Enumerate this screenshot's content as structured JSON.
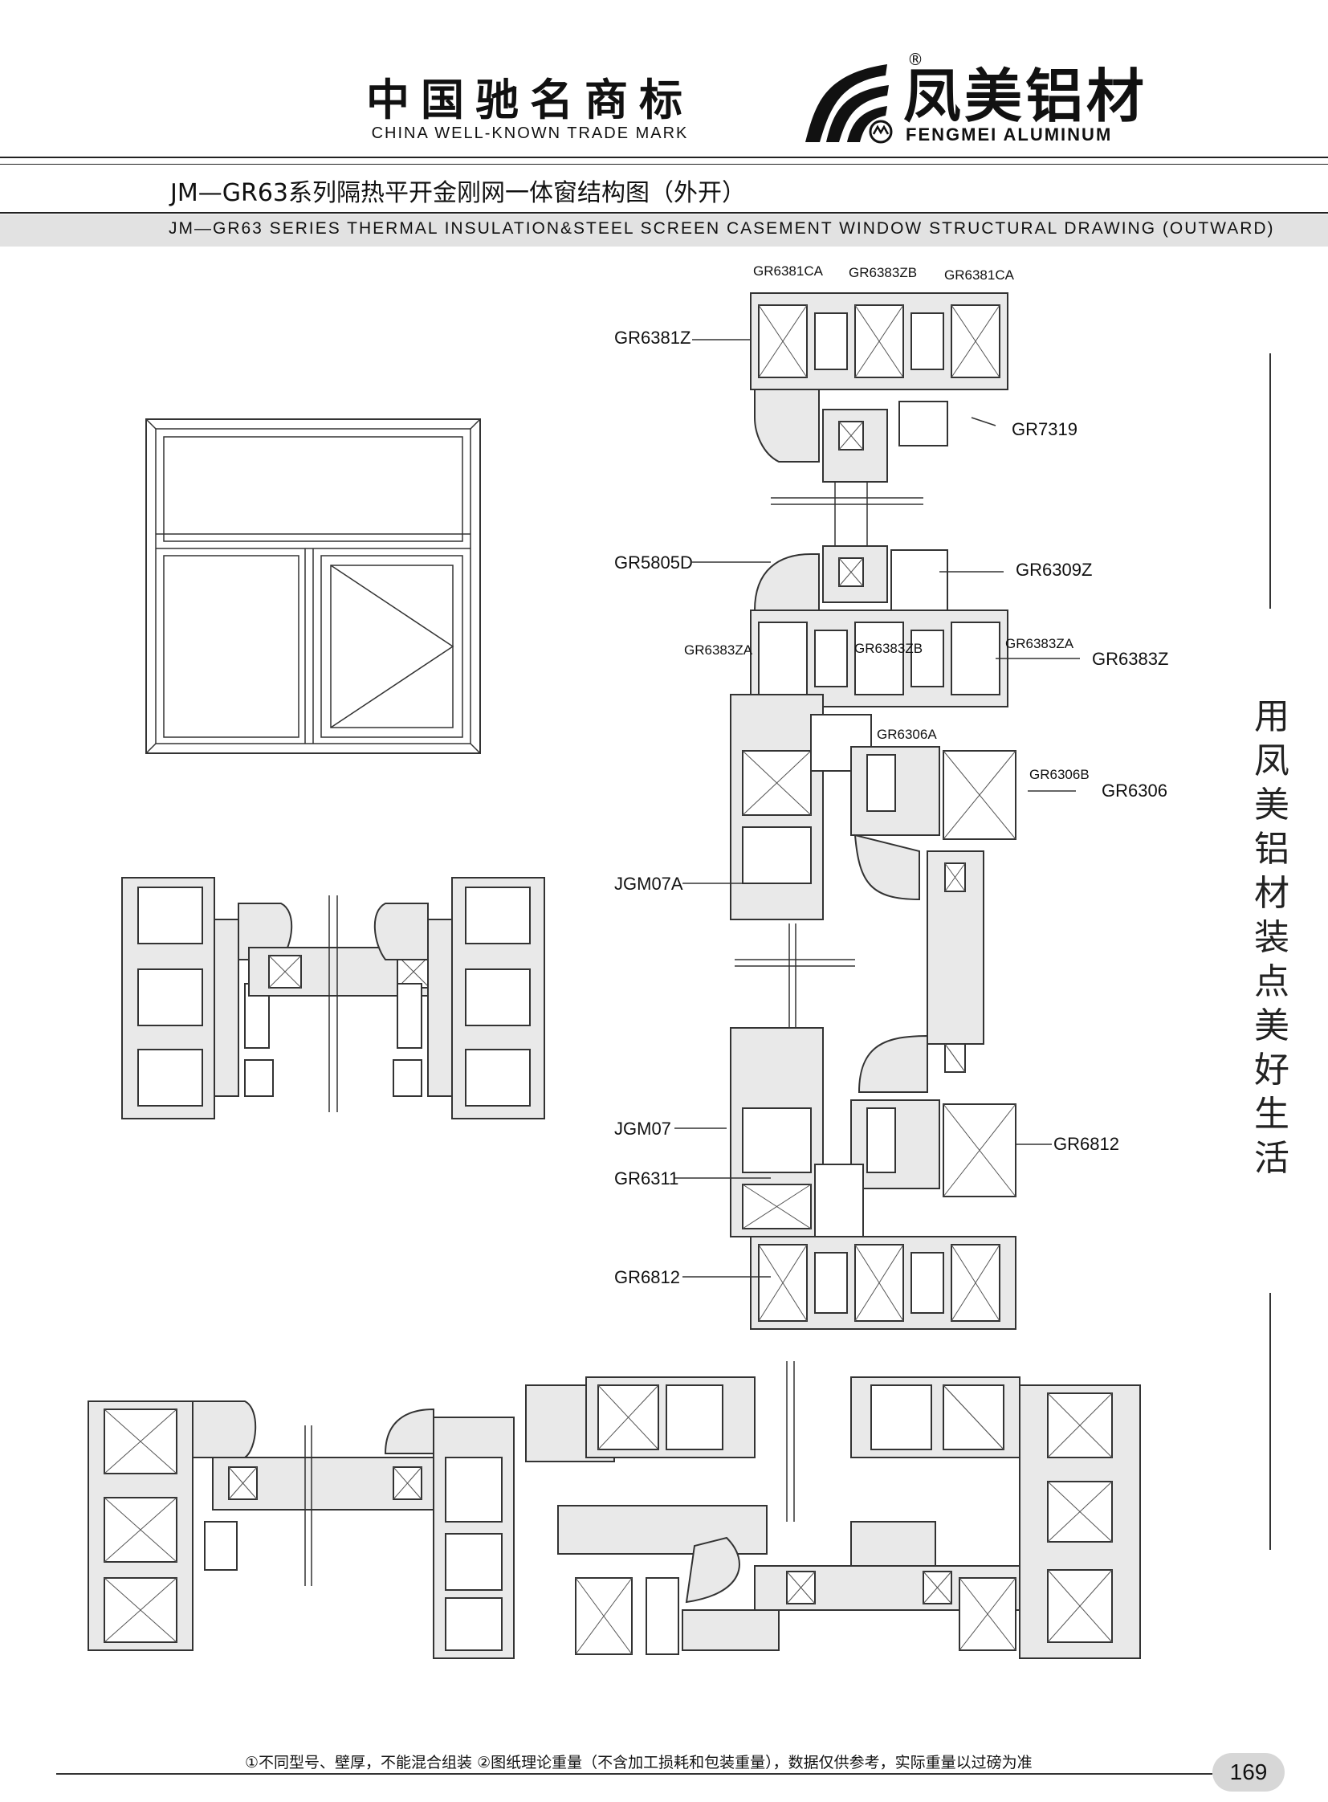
{
  "header": {
    "trademark_cn": "中国驰名商标",
    "trademark_en": "CHINA WELL-KNOWN TRADE MARK",
    "company_cn": "凤美铝材",
    "company_en": "FENGMEI ALUMINUM",
    "registered_mark": "®"
  },
  "title": {
    "cn": "JM—GR63系列隔热平开金刚网一体窗结构图（外开）",
    "en": "JM—GR63 SERIES THERMAL INSULATION&STEEL SCREEN CASEMENT WINDOW STRUCTURAL DRAWING (OUTWARD)"
  },
  "labels": {
    "gr6381ca_left": "GR6381CA",
    "gr6383zb_top": "GR6383ZB",
    "gr6381ca_right": "GR6381CA",
    "gr6381z": "GR6381Z",
    "gr7319": "GR7319",
    "gr5805d": "GR5805D",
    "gr6309z": "GR6309Z",
    "gr6383za_left": "GR6383ZA",
    "gr6383zb_mid": "GR6383ZB",
    "gr6383za_right": "GR6383ZA",
    "gr6383z": "GR6383Z",
    "gr6306a": "GR6306A",
    "gr6306b": "GR6306B",
    "gr6306": "GR6306",
    "jgm07a": "JGM07A",
    "jgm07": "JGM07",
    "gr6311": "GR6311",
    "gr6812_right": "GR6812",
    "gr6812_left": "GR6812"
  },
  "side_slogan": "用凤美铝材 装点美好生活",
  "footer": {
    "note": "①不同型号、壁厚，不能混合组装 ②图纸理论重量（不含加工损耗和包装重量），数据仅供参考，实际重量以过磅为准",
    "page_number": "169"
  }
}
